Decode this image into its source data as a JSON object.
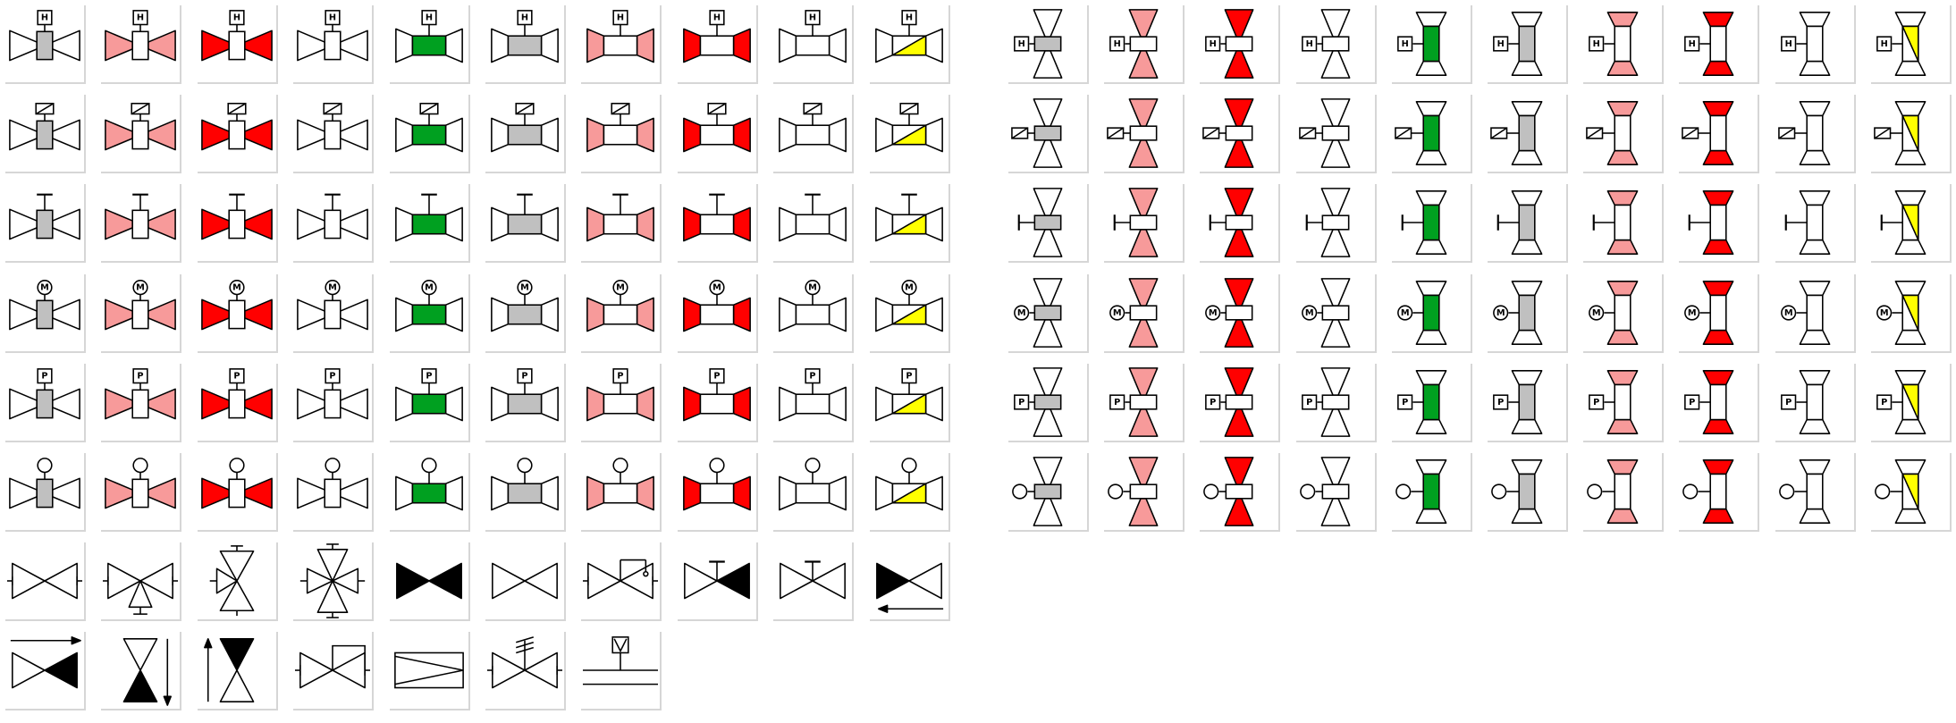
{
  "palette": {
    "stroke": "#000000",
    "grey": "#c0c0c0",
    "pink": "#f79a9a",
    "red": "#ff0000",
    "white": "#ffffff",
    "green": "#00a020",
    "yellow": "#ffff00",
    "black": "#000000",
    "tile_shadow": "#d6d6d6"
  },
  "actuator_rows": [
    {
      "type": "hand",
      "letter": "H",
      "icon": "hand-actuator-icon"
    },
    {
      "type": "solenoid",
      "letter": "",
      "icon": "solenoid-actuator-icon"
    },
    {
      "type": "manual",
      "letter": "",
      "icon": "manual-stem-icon"
    },
    {
      "type": "motor",
      "letter": "M",
      "icon": "motor-actuator-icon"
    },
    {
      "type": "pneumatic",
      "letter": "P",
      "icon": "pneumatic-actuator-icon"
    },
    {
      "type": "diaphragm",
      "letter": "",
      "icon": "diaphragm-actuator-icon"
    }
  ],
  "state_columns": [
    {
      "state": "unknown",
      "cone": "white",
      "body": "grey"
    },
    {
      "state": "closed-warning",
      "cone": "pink",
      "body": "white"
    },
    {
      "state": "closed-alarm",
      "cone": "red",
      "body": "white"
    },
    {
      "state": "closed",
      "cone": "white",
      "body": "white"
    },
    {
      "state": "open",
      "cone": "white",
      "body": "green"
    },
    {
      "state": "open-unknown",
      "cone": "white",
      "body": "grey"
    },
    {
      "state": "open-warning",
      "cone": "pink",
      "body": "white"
    },
    {
      "state": "open-alarm",
      "cone": "red",
      "body": "white"
    },
    {
      "state": "open-idle",
      "cone": "white",
      "body": "white"
    },
    {
      "state": "moving",
      "cone": "white",
      "body": "yellow"
    }
  ],
  "extra_symbols": [
    {
      "name": "gate-valve-symbol",
      "icon": "gate-valve-icon"
    },
    {
      "name": "three-way-valve-symbol",
      "icon": "three-way-valve-icon"
    },
    {
      "name": "three-way-valve-vertical-symbol",
      "icon": "three-way-vertical-valve-icon"
    },
    {
      "name": "four-way-valve-symbol",
      "icon": "four-way-valve-icon"
    },
    {
      "name": "closed-valve-black-symbol",
      "icon": "closed-valve-icon"
    },
    {
      "name": "open-valve-symbol",
      "icon": "open-valve-icon"
    },
    {
      "name": "pressure-regulator-symbol",
      "icon": "pressure-regulator-icon"
    },
    {
      "name": "closed-valve-manual-symbol",
      "icon": "closed-manual-valve-icon"
    },
    {
      "name": "open-valve-manual-symbol",
      "icon": "open-manual-valve-icon"
    },
    {
      "name": "half-closed-valve-left-flow-symbol",
      "icon": "half-closed-left-flow-icon"
    },
    {
      "name": "half-closed-valve-right-flow-symbol",
      "icon": "half-closed-right-flow-icon"
    },
    {
      "name": "vertical-half-closed-valve-symbol",
      "icon": "vertical-half-closed-icon"
    },
    {
      "name": "vertical-half-closed-top-symbol",
      "icon": "vertical-half-closed-top-icon"
    },
    {
      "name": "valve-with-bypass-symbol",
      "icon": "bypass-valve-icon"
    },
    {
      "name": "box-flow-symbol",
      "icon": "box-flow-icon"
    },
    {
      "name": "spring-valve-symbol",
      "icon": "spring-valve-icon"
    },
    {
      "name": "flow-pipe-symbol",
      "icon": "flow-pipe-icon"
    }
  ]
}
